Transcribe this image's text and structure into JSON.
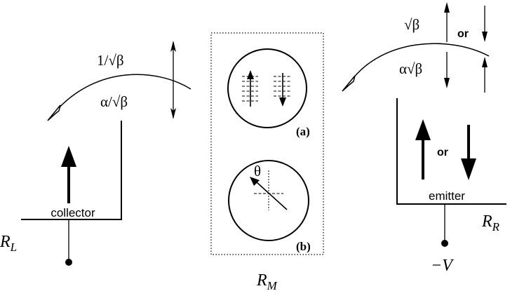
{
  "labels": {
    "inv_sqrt_beta": "1/√β",
    "alpha_over_sqrt_beta": "α/√β",
    "collector": "collector",
    "R_L_main": "R",
    "R_L_sub": "L",
    "sqrt_beta": "√β",
    "alpha_sqrt_beta": "α√β",
    "or_top": "or",
    "or_mid": "or",
    "emitter": "emitter",
    "R_R_main": "R",
    "R_R_sub": "R",
    "minus_V": "−V",
    "panel_a": "(a)",
    "panel_b": "(b)",
    "theta": "θ",
    "R_M_main": "R",
    "R_M_sub": "M"
  }
}
